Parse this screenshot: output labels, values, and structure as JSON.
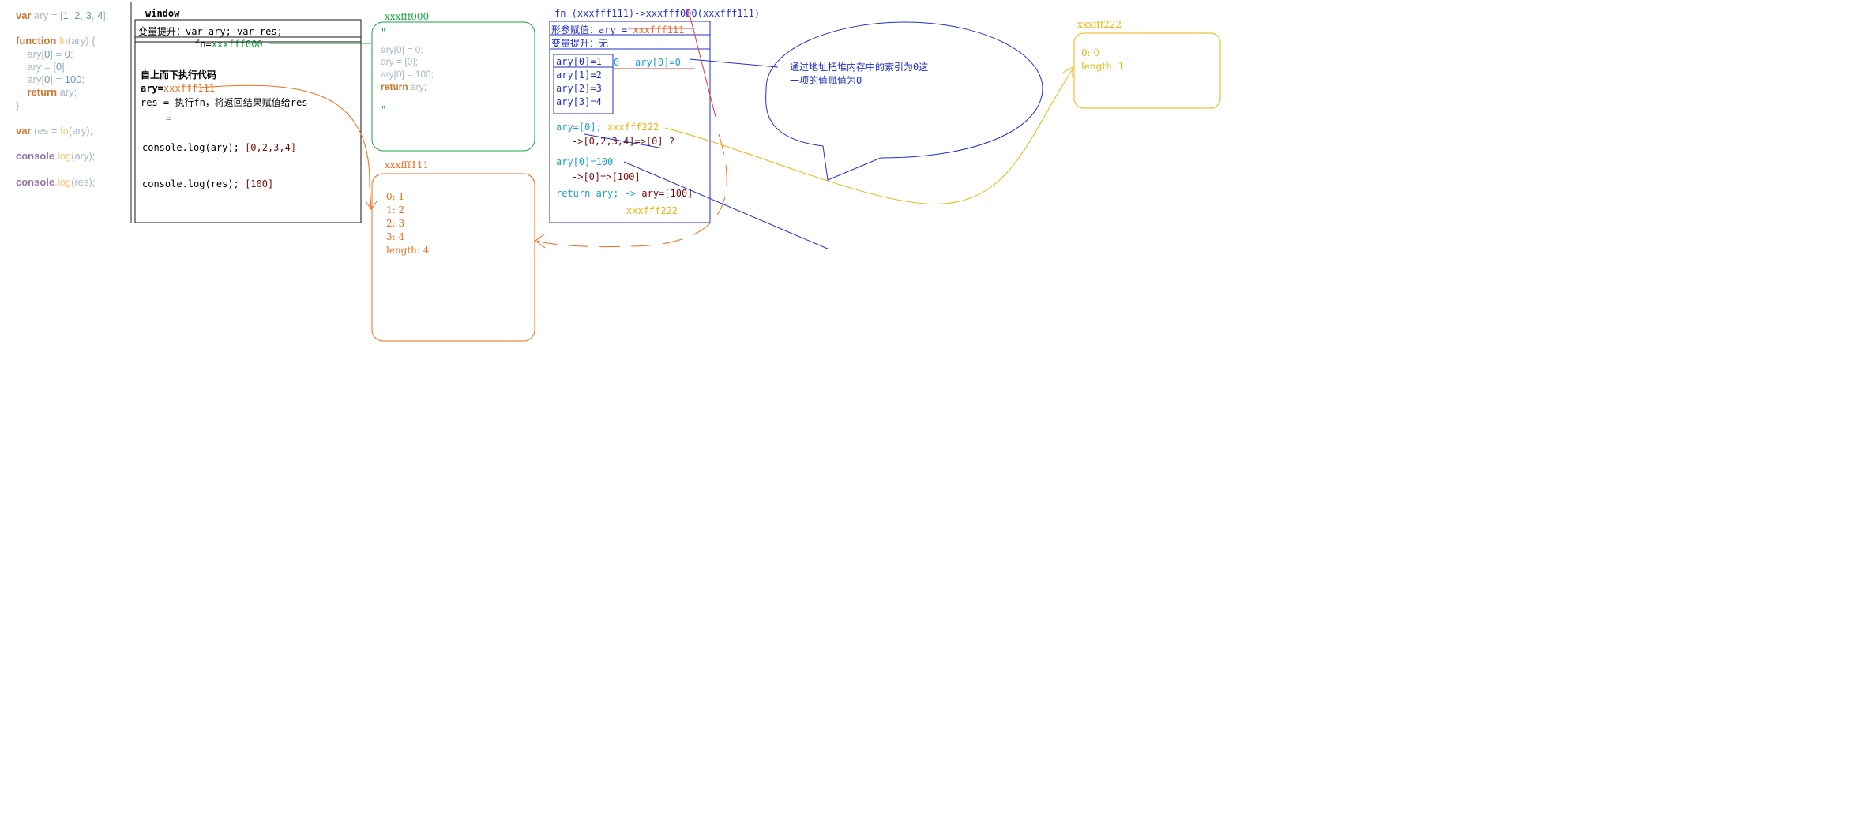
{
  "code": {
    "line1": {
      "kw": "var",
      "name": "ary",
      "rest": " = [",
      "n1": "1",
      "c1": ", ",
      "n2": "2",
      "c2": ", ",
      "n3": "3",
      "c3": ", ",
      "n4": "4",
      "end": "];"
    },
    "line2": {
      "kw": "function",
      "fn": "fn",
      "rest": "(ary) {"
    },
    "line3": {
      "pre": "    ary[",
      "n0": "0",
      "mid": "] = ",
      "nv": "0",
      "end": ";"
    },
    "line4": {
      "pre": "    ary = [",
      "n0": "0",
      "end": "];"
    },
    "line5": {
      "pre": "    ary[",
      "n0": "0",
      "mid": "] = ",
      "nv": "100",
      "end": ";"
    },
    "line6": {
      "kw": "    return",
      "rest": " ary;"
    },
    "line7": {
      "rest": "}"
    },
    "line8": {
      "kw": "var",
      "rest": " res = ",
      "fn": "fn",
      "end": "(ary);"
    },
    "line9": {
      "obj": "console",
      "dot": ".",
      "m": "log",
      "end": "(ary);"
    },
    "line10": {
      "obj": "console",
      "dot": ".",
      "m": "log",
      "end": "(res);"
    }
  },
  "window_box": {
    "title": "window",
    "hoist": "变量提升：var ary; var res;",
    "fn_label": "fn=",
    "fn_addr": "xxxfff000",
    "exec": "自上而下执行代码",
    "ary_label": "ary=",
    "ary_addr": "xxxfff111",
    "res_line": "res = 执行fn，将返回结果赋值给res",
    "eq": "=",
    "log1": "console.log(ary);",
    "log1_result": "[0,2,3,4]",
    "log2": "console.log(res);",
    "log2_result": "[100]"
  },
  "heap_fn": {
    "addr": "xxxfff000",
    "quote_open": "\"",
    "l1": "ary[0] = 0;",
    "l2": "ary = [0];",
    "l3": "ary[0] = 100;",
    "l4_kw": "return",
    "l4_rest": " ary;",
    "quote_close": "\""
  },
  "heap_ary": {
    "addr": "xxxfff111",
    "items": [
      "0: 1",
      "1: 2",
      "2: 3",
      "3: 4",
      "length: 4"
    ]
  },
  "exec_ctx": {
    "title": "fn (xxxfff111)->xxxfff000(xxxfff111)",
    "title_overlay": "1",
    "param": "形参赋值：ary = ",
    "param_addr": "xxxfff111",
    "hoist": "变量提升：无",
    "slots": [
      "ary[0]=1",
      "ary[1]=2",
      "ary[2]=3",
      "ary[3]=4"
    ],
    "slot_new": "0",
    "assign0": "ary[0]=0",
    "new_arr": "ary=[0];",
    "new_addr": "xxxfff222",
    "arrow1": "->[0,2,3,4]=>[0] ?",
    "assign100": "ary[0]=100",
    "arrow2": "->[0]=>[100]",
    "ret_label": "return ary; ->",
    "ret_val": "ary=[100]",
    "bottom_addr": "xxxfff222"
  },
  "bubble": {
    "line1": "通过地址把堆内存中的索引为0这",
    "line2": "一项的值赋值为0"
  },
  "heap_new": {
    "addr": "xxxfff222",
    "items": [
      "0: 0",
      "length: 1"
    ]
  },
  "colors": {
    "green": "#1aa343",
    "orange": "#ef6c1a",
    "yellow": "#e8b50a",
    "blue": "#2230c9",
    "red": "#e83a3a"
  }
}
